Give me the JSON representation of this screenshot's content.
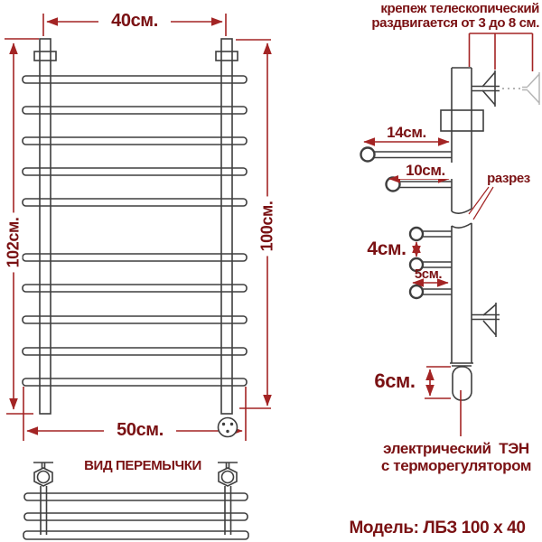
{
  "colors": {
    "dimension_red": "#a32424",
    "text_maroon": "#7a1113",
    "structure_gray": "#3e3e3e",
    "ghost_gray": "#b5b5b5"
  },
  "front_view": {
    "dim_top_width": "40см.",
    "dim_left_height": "102см.",
    "dim_right_height": "100см.",
    "dim_bottom_width": "50см."
  },
  "side_view": {
    "mount_note_line1": "крепеж телескопический",
    "mount_note_line2": "раздвигается от 3 до 8 см.",
    "dim_long_rung": "14см.",
    "dim_short_rung": "10см.",
    "section_label": "разрез",
    "dim_rung_spacing": "4см.",
    "dim_rung_offset": "5см.",
    "dim_heater_height": "6см.",
    "heater_note_line1": "электрический  ТЭН",
    "heater_note_line2": "с терморегулятором"
  },
  "crossbar_view": {
    "title": "ВИД ПЕРЕМЫЧКИ"
  },
  "model_label": "Модель: ЛБЗ 100 х 40"
}
